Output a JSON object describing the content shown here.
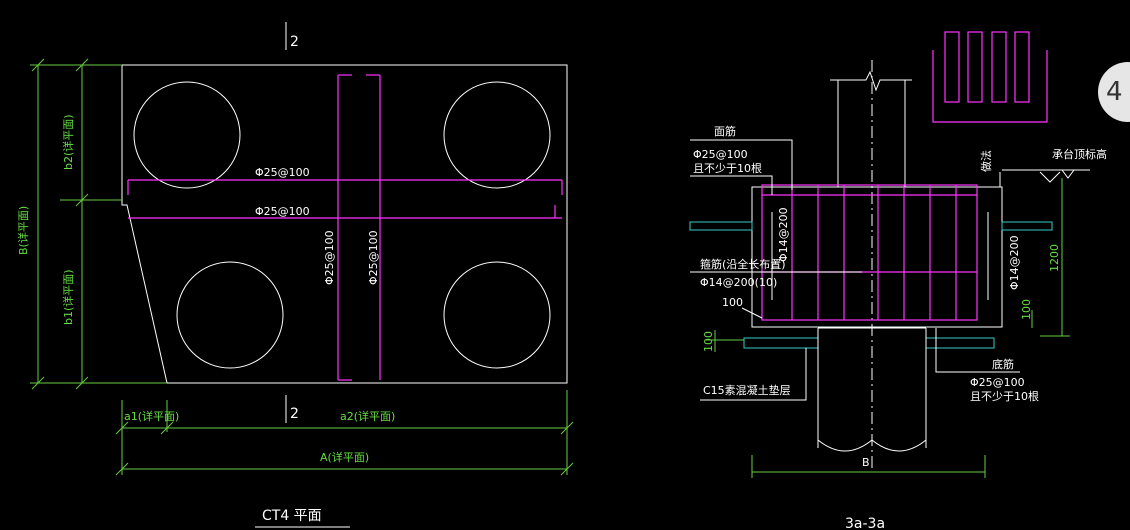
{
  "plan": {
    "section_mark_top": "2",
    "section_mark_bottom": "2",
    "rebar_h1": "Φ25@100",
    "rebar_h2": "Φ25@100",
    "rebar_v1": "Φ25@100",
    "rebar_v2": "Φ25@100",
    "dim_B": "B(详平面)",
    "dim_b2": "b2(详平面)",
    "dim_b1": "b1(详平面)",
    "dim_a1": "a1(详平面)",
    "dim_a2": "a2(详平面)",
    "dim_A": "A(详平面)",
    "title": "CT4 平面"
  },
  "section": {
    "label_top_bars": "面筋",
    "label_top_spec1": "Φ25@100",
    "label_top_spec2": "且不少于10根",
    "label_edge": "做法",
    "label_cap_elev": "承台顶标高",
    "label_tie1": "箍筋(沿全长布置)",
    "label_tie2": "Φ14@200(10)",
    "label_side_left": "Φ14@200",
    "label_side_right": "Φ14@200",
    "dim_1200": "1200",
    "dim_100a": "100",
    "dim_100b": "100",
    "dim_100c": "100",
    "label_bottom_bars": "底筋",
    "label_bottom_spec1": "Φ25@100",
    "label_bottom_spec2": "且不少于10根",
    "label_cushion": "C15素混凝土垫层",
    "dim_B": "B",
    "title": "3a-3a"
  },
  "badge": "4",
  "colors": {
    "background": "#000000",
    "line": "#ffffff",
    "rebar": "#ff33ff",
    "dimension": "#66cc44",
    "soil": "#33cccc"
  }
}
